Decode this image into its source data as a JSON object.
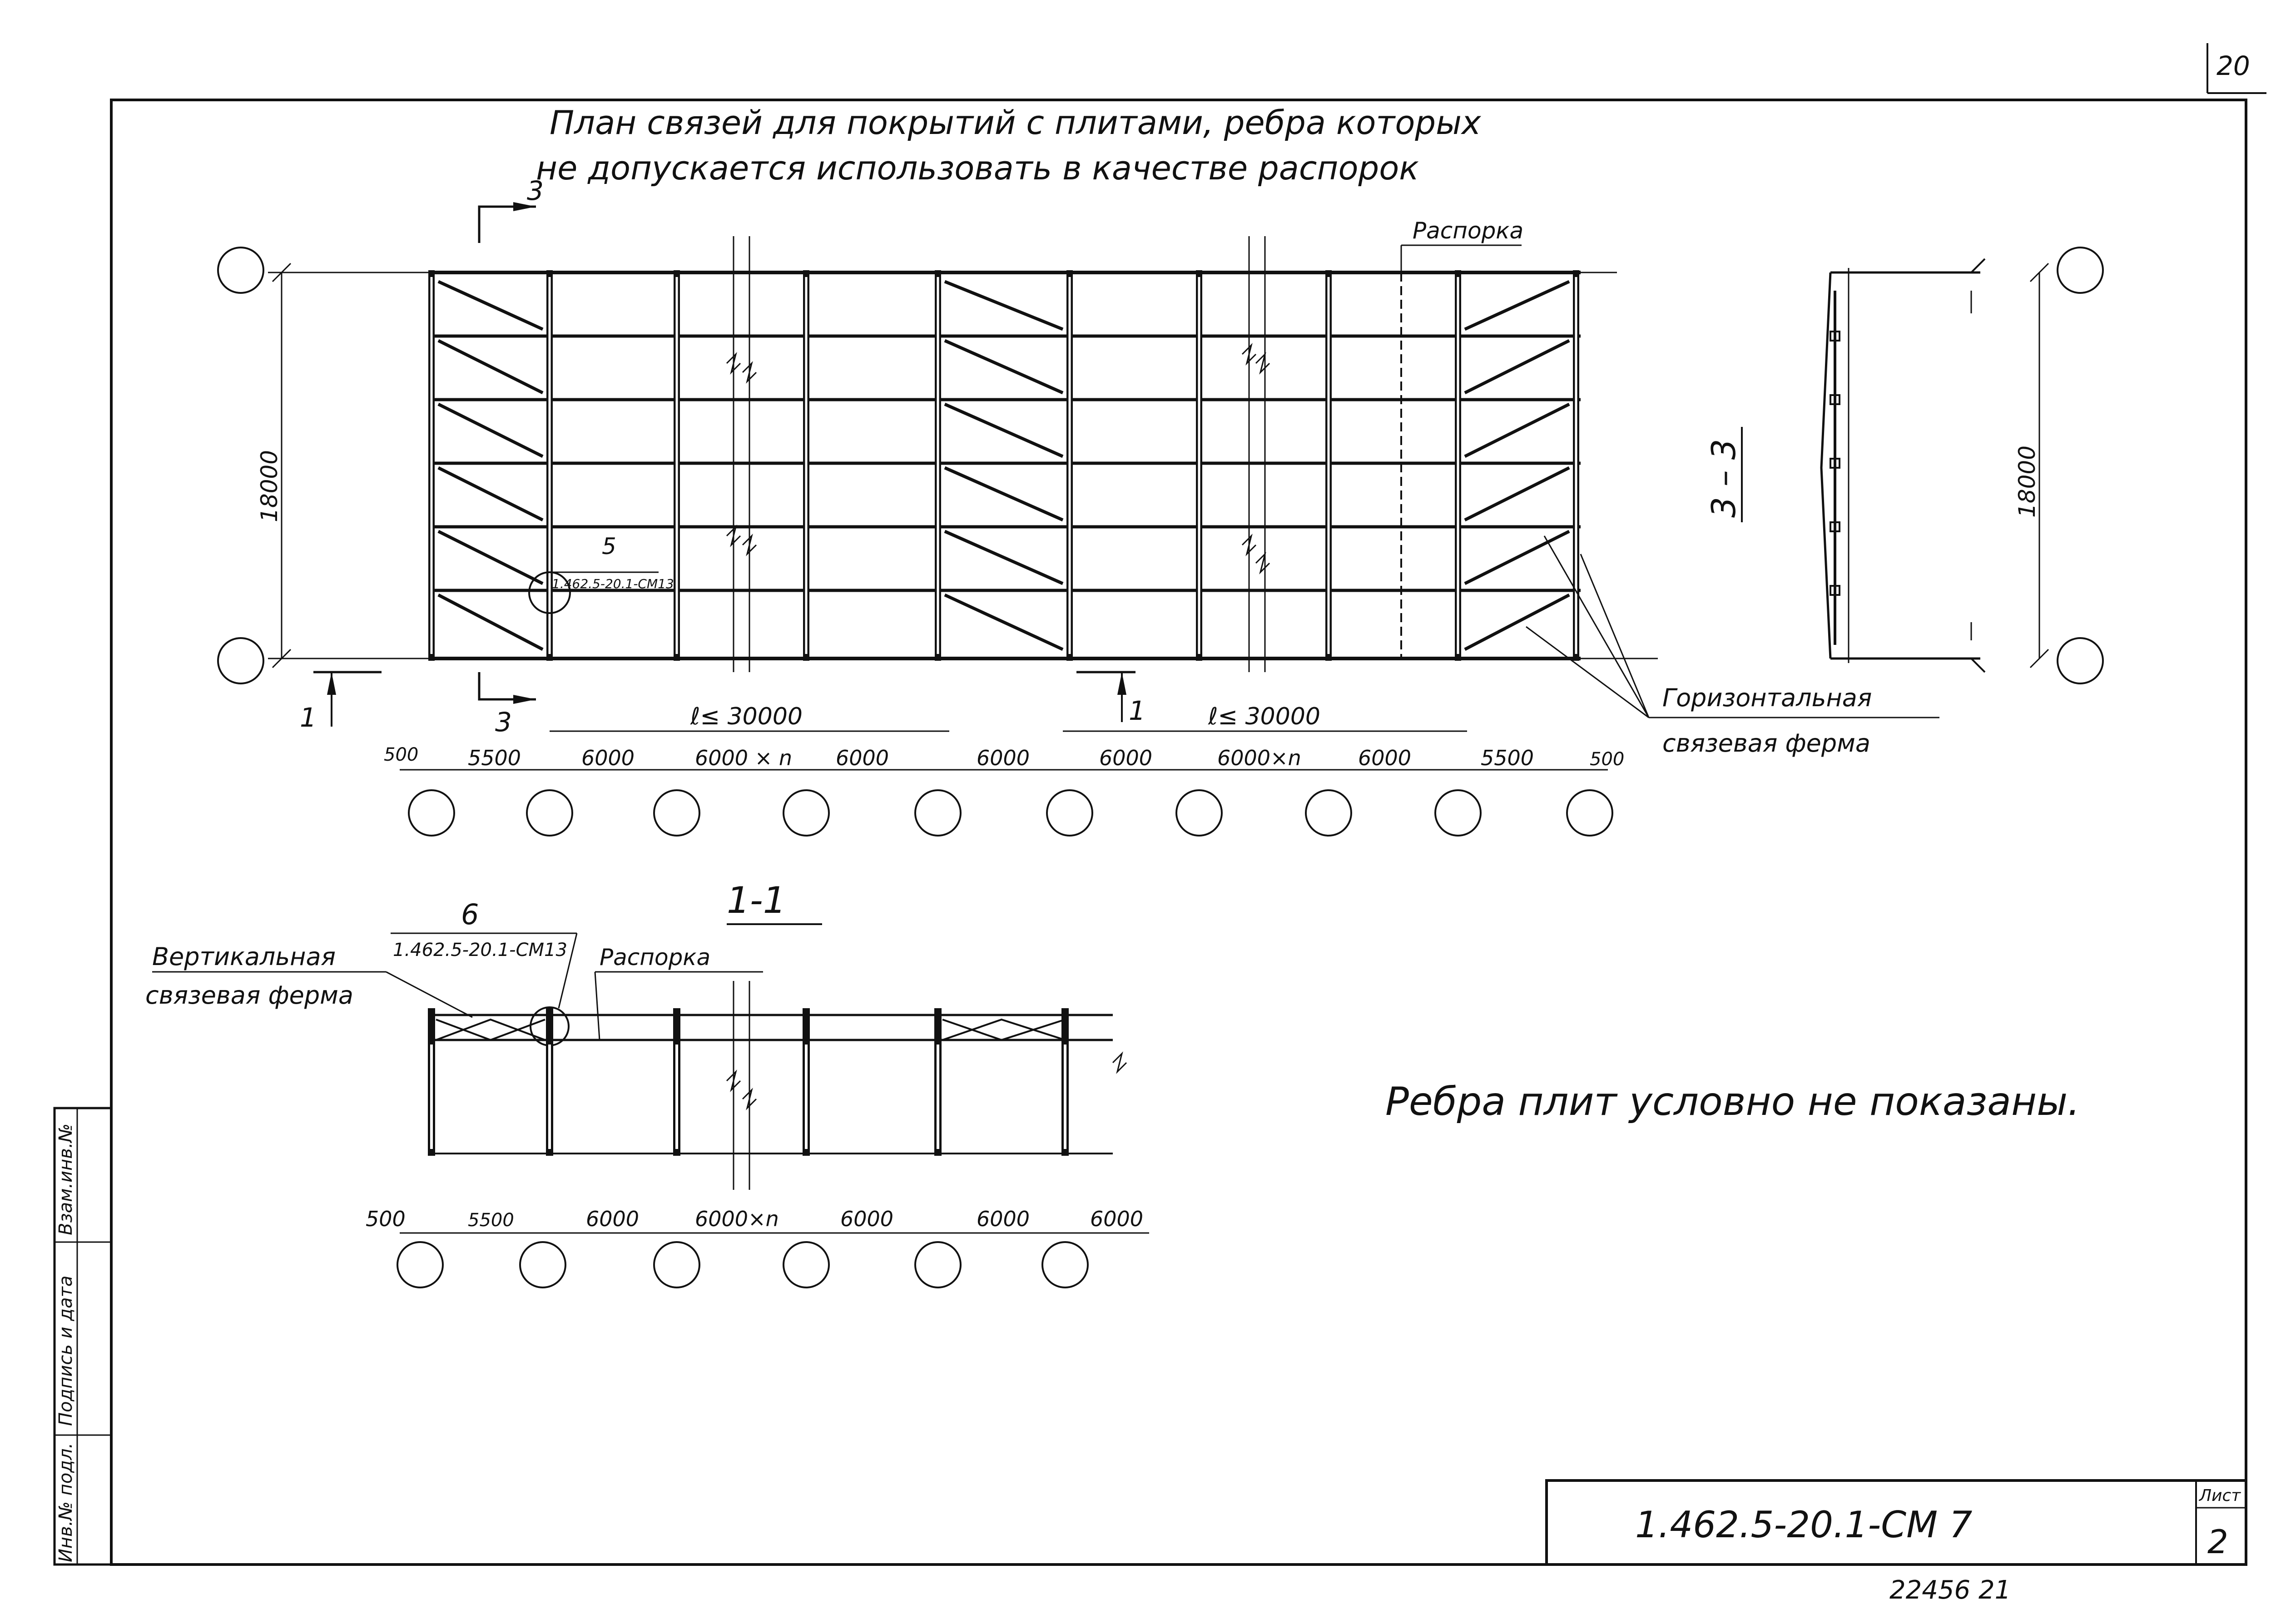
{
  "sheet_corner_number": "20",
  "title": {
    "line1": "План связей для покрытий с плитами, ребра которых",
    "line2": "не допускается использовать в качестве распорок"
  },
  "plan": {
    "dim_vertical": "18000",
    "strut_label": "Распорка",
    "node_detail_number": "5",
    "node_detail_ref": "1.462.5-20.1-СМ13",
    "section_marker_3": "3",
    "section_marker_1": "1",
    "span_limit": "ℓ≤ 30000",
    "spacings": [
      "500",
      "5500",
      "6000",
      "6000 × n",
      "6000",
      "6000",
      "6000",
      "6000×n",
      "6000",
      "5500",
      "500"
    ],
    "horizontal_truss_label_line1": "Горизонтальная",
    "horizontal_truss_label_line2": "связевая ферма"
  },
  "section_3_3": {
    "label": "3 – 3",
    "dim_vertical": "18000"
  },
  "section_1_1": {
    "label": "1-1",
    "detail_number": "6",
    "detail_ref": "1.462.5-20.1-СМ13",
    "vertical_truss_label_line1": "Вертикальная",
    "vertical_truss_label_line2": "связевая ферма",
    "strut_label": "Распорка",
    "spacings": [
      "500",
      "5500",
      "6000",
      "6000×n",
      "6000",
      "6000",
      "6000"
    ]
  },
  "note": "Ребра плит условно не показаны.",
  "stamp_sidebar": [
    "Инв.№ подл.",
    "Подпись и дата",
    "Взам.инв.№"
  ],
  "title_block": {
    "designation": "1.462.5-20.1-СМ 7",
    "sheet_label": "Лист",
    "sheet_number": "2"
  },
  "footer_code": "22456   21"
}
